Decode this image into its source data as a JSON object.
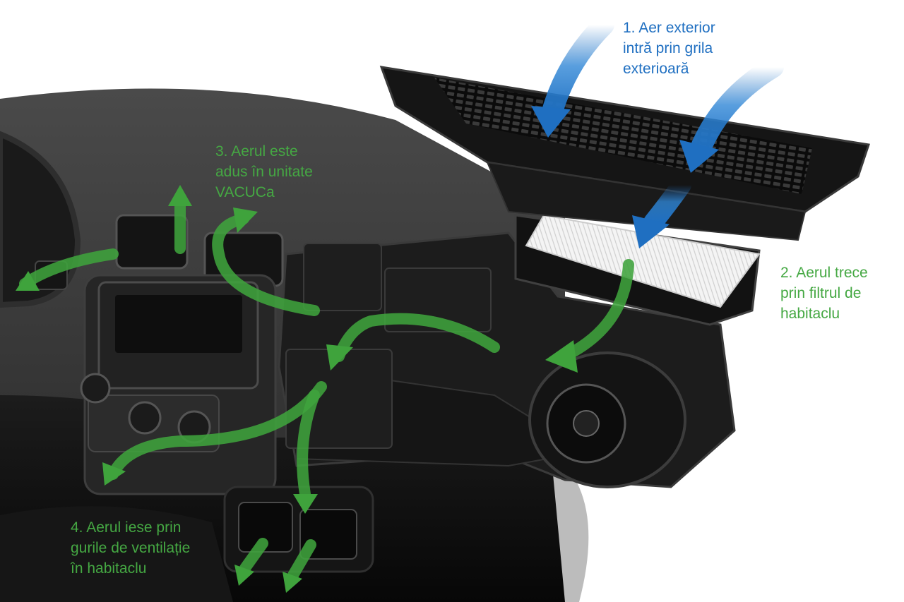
{
  "labels": {
    "step1": "1. Aer exterior\nintră prin grila\nexterioară",
    "step2": "2. Aerul trece\nprin filtrul de\nhabitaclu",
    "step3": "3. Aerul este\nadus în unitate\nVACUCa",
    "step4": "4. Aerul iese prin\ngurile de ventilație\nîn habitaclu"
  },
  "colors": {
    "outside_air_arrow": "#1f6fc1",
    "cabin_air_arrow": "#3fa33c",
    "step1_text": "#1f6fc1",
    "steps_text": "#45a843",
    "dashboard": "#3b3b3b",
    "hvac_housing": "#1c1c1c",
    "cabin_filter": "#f2f2f2"
  }
}
